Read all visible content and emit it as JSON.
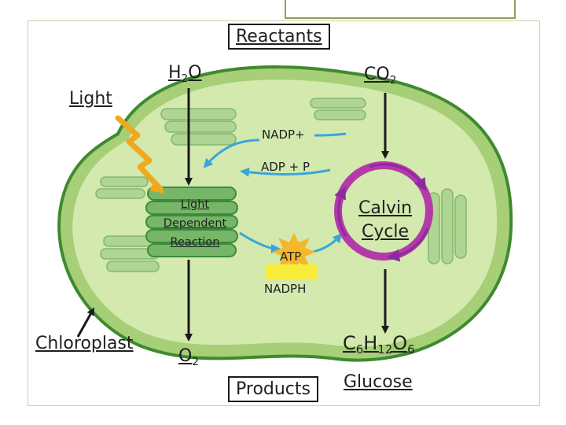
{
  "labels": {
    "reactants": "Reactants",
    "light": "Light",
    "water": {
      "base": "H",
      "sub": "2",
      "tail": "O"
    },
    "co2": {
      "base": "CO",
      "sub": "2"
    },
    "nadp_plus": "NADP+",
    "adp_p": "ADP + P",
    "light_dependent_reaction": [
      "Light",
      "Dependent",
      "Reaction"
    ],
    "calvin_cycle": [
      "Calvin",
      "Cycle"
    ],
    "atp": "ATP",
    "nadph": "NADPH",
    "chloroplast": "Chloroplast",
    "oxygen": {
      "base": "O",
      "sub": "2"
    },
    "glucose_formula": {
      "c": "C",
      "c_sub": "6",
      "h": "H",
      "h_sub": "12",
      "o": "O",
      "o_sub": "6"
    },
    "glucose": "Glucose",
    "products": "Products"
  },
  "colors": {
    "chloroplast_fill": "#cfe6a6",
    "chloroplast_outer": "#3f8a2f",
    "thylakoid": "#73b46a",
    "calvin_cycle_ring": "#b33aa8",
    "cycle_arrow": "#3aa6d8",
    "atp_star": "#f5b72a",
    "nadph_box": "#f8ec3a",
    "light_bolt": "#f0a91e"
  }
}
